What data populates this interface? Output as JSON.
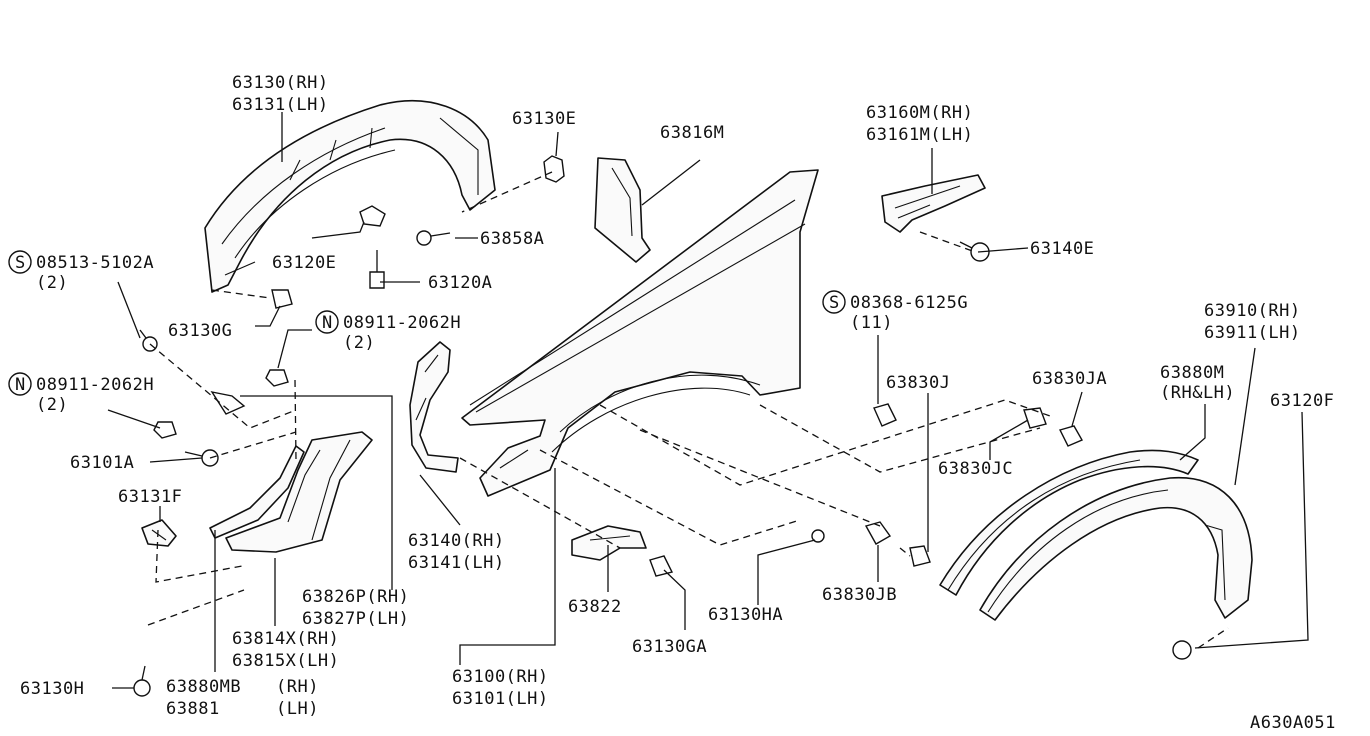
{
  "labels": {
    "p63130_63131": [
      "63130(RH)",
      "63131(LH)"
    ],
    "p63130E": "63130E",
    "p63816M": "63816M",
    "p63160M_63161M": [
      "63160M(RH)",
      "63161M(LH)"
    ],
    "p08513": [
      "08513-5102A",
      "(2)"
    ],
    "p63858A": "63858A",
    "p63120E": "63120E",
    "p63120A": "63120A",
    "p63140E": "63140E",
    "p63130G": "63130G",
    "p08911_a": [
      "08911-2062H",
      "(2)"
    ],
    "p08368": [
      "08368-6125G",
      "(11)"
    ],
    "p63910_63911": [
      "63910(RH)",
      "63911(LH)"
    ],
    "p08911_b": [
      "08911-2062H",
      "(2)"
    ],
    "p63830J": "63830J",
    "p63830JA": "63830JA",
    "p63880M": [
      "63880M",
      "(RH&LH)"
    ],
    "p63120F": "63120F",
    "p63101A": "63101A",
    "p63830JC": "63830JC",
    "p63131F": "63131F",
    "p63140_63141": [
      "63140(RH)",
      "63141(LH)"
    ],
    "p63826P_63827P": [
      "63826P(RH)",
      "63827P(LH)"
    ],
    "p63822": "63822",
    "p63130HA": "63130HA",
    "p63830JB": "63830JB",
    "p63814X_63815X": [
      "63814X(RH)",
      "63815X(LH)"
    ],
    "p63130GA": "63130GA",
    "p63100_63101": [
      "63100(RH)",
      "63101(LH)"
    ],
    "p63130H": "63130H",
    "p63880MB": [
      "63880MB",
      "(RH)"
    ],
    "p63881": [
      "63881",
      "(LH)"
    ],
    "figure_code": "A630A051"
  },
  "symbols": {
    "screw_mark": "S",
    "nut_mark": "N"
  }
}
